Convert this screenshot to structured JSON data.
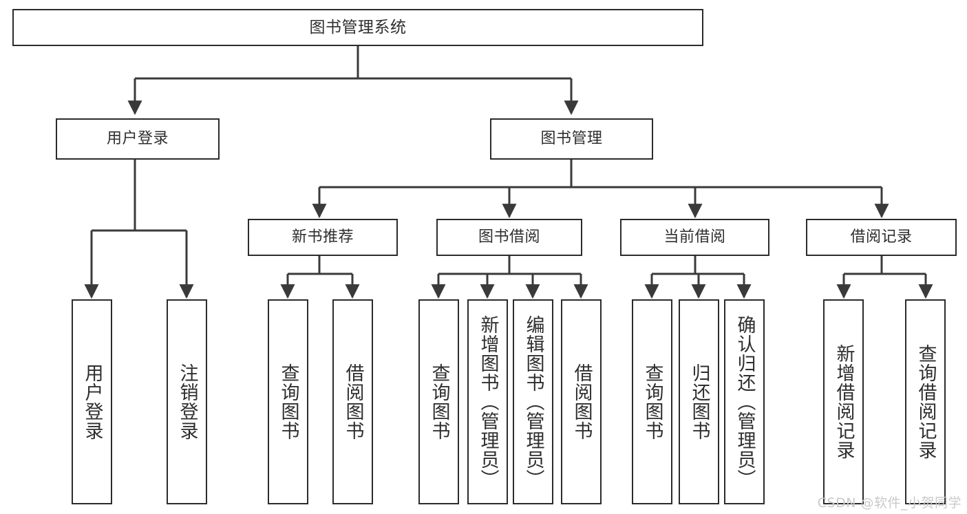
{
  "diagram": {
    "title": "图书管理系统",
    "watermark": "CSDN @软件_小贺同学",
    "colors": {
      "box_border": "#2b2b2b",
      "text": "#2e2e2e",
      "edge": "#3a3a3a",
      "background": "#ffffff",
      "watermark": "#c9c9c9"
    },
    "nodes": {
      "root": {
        "label": "图书管理系统"
      },
      "level1": [
        {
          "label": "用户登录"
        },
        {
          "label": "图书管理"
        }
      ],
      "level2": [
        {
          "label": "新书推荐"
        },
        {
          "label": "图书借阅"
        },
        {
          "label": "当前借阅"
        },
        {
          "label": "借阅记录"
        }
      ],
      "leaves": {
        "user_login": [
          {
            "label": "用户登录"
          },
          {
            "label": "注销登录"
          }
        ],
        "new_book_recommend": [
          {
            "label": "查询图书"
          },
          {
            "label": "借阅图书"
          }
        ],
        "book_borrow": [
          {
            "label": "查询图书"
          },
          {
            "label": "新增图书（管理员）"
          },
          {
            "label": "编辑图书（管理员）"
          },
          {
            "label": "借阅图书"
          }
        ],
        "current_borrow": [
          {
            "label": "查询图书"
          },
          {
            "label": "归还图书"
          },
          {
            "label": "确认归还（管理员）"
          }
        ],
        "borrow_record": [
          {
            "label": "新增借阅记录"
          },
          {
            "label": "查询借阅记录"
          }
        ]
      }
    }
  }
}
